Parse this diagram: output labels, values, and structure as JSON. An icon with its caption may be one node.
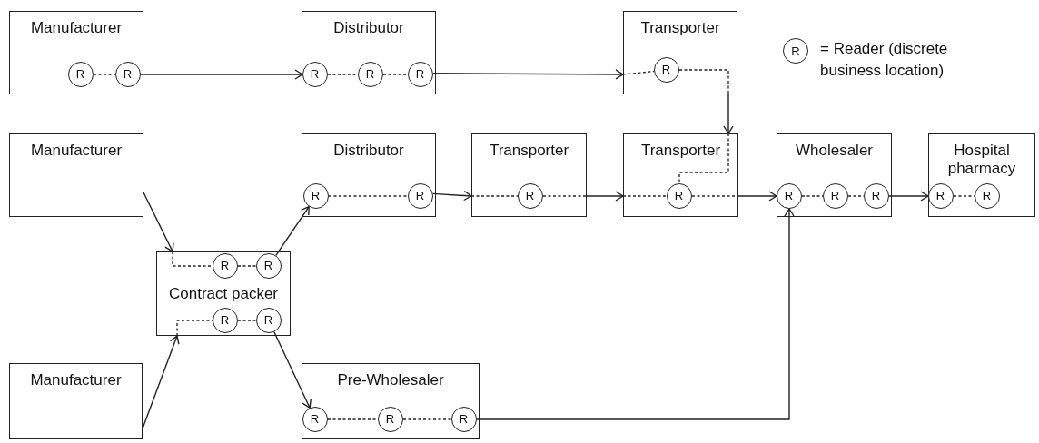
{
  "diagram": {
    "nodes": [
      {
        "text": [
          "Manufacturer"
        ]
      },
      {
        "text": [
          "R"
        ],
        "in": 0
      },
      {
        "text": [
          "R"
        ],
        "in": 0
      },
      {
        "text": [
          "Distributor"
        ]
      },
      {
        "text": [
          "R"
        ],
        "in": 3
      },
      {
        "text": [
          "R"
        ],
        "in": 3
      },
      {
        "text": [
          "R"
        ],
        "in": 3
      },
      {
        "text": [
          "Transporter"
        ]
      },
      {
        "text": [
          "R"
        ],
        "in": 7
      },
      {
        "text": [
          "Manufacturer"
        ]
      },
      {
        "text": [
          "Distributor"
        ]
      },
      {
        "text": [
          "R"
        ],
        "in": 10
      },
      {
        "text": [
          "R"
        ],
        "in": 10
      },
      {
        "text": [
          "Transporter"
        ]
      },
      {
        "text": [
          "R"
        ],
        "in": 13
      },
      {
        "text": [
          "Transporter"
        ]
      },
      {
        "text": [
          "R"
        ],
        "in": 15
      },
      {
        "text": [
          "Wholesaler"
        ]
      },
      {
        "text": [
          "R"
        ],
        "in": 17
      },
      {
        "text": [
          "R"
        ],
        "in": 17
      },
      {
        "text": [
          "R"
        ],
        "in": 17
      },
      {
        "text": [
          "Hospital pharmacy"
        ]
      },
      {
        "text": [
          "R"
        ],
        "in": 21
      },
      {
        "text": [
          "R"
        ],
        "in": 21
      },
      {
        "text": [
          "Contract packer"
        ]
      },
      {
        "text": [
          "R"
        ],
        "in": 24
      },
      {
        "text": [
          "R"
        ],
        "in": 24
      },
      {
        "text": [
          "R"
        ],
        "in": 24
      },
      {
        "text": [
          "R"
        ],
        "in": 24
      },
      {
        "text": [
          "Manufacturer"
        ]
      },
      {
        "text": [
          "Pre-Wholesaler"
        ]
      },
      {
        "text": [
          "R"
        ],
        "in": 30
      },
      {
        "text": [
          "R"
        ],
        "in": 30
      },
      {
        "text": [
          "R"
        ],
        "in": 30
      }
    ],
    "edges": [
      {
        "from": 1,
        "to": 2,
        "arrow": "none",
        "style": "dashed"
      },
      {
        "from": 2,
        "to": 4,
        "arrow": "to"
      },
      {
        "from": 4,
        "to": 5,
        "arrow": "none",
        "style": "dashed"
      },
      {
        "from": 5,
        "to": 6,
        "arrow": "none",
        "style": "dashed"
      },
      {
        "from": 6,
        "to": 7,
        "arrow": "to"
      },
      {
        "from": 7,
        "to": 8,
        "arrow": "none",
        "style": "dashed"
      },
      {
        "from": 8,
        "to": 7,
        "arrow": "none",
        "style": "dashed"
      },
      {
        "from": 7,
        "to": 15,
        "arrow": "to"
      },
      {
        "from": 15,
        "to": 16,
        "arrow": "none",
        "style": "dashed"
      },
      {
        "from": 9,
        "to": 24,
        "arrow": "to"
      },
      {
        "from": 24,
        "to": 25,
        "arrow": "none",
        "style": "dashed"
      },
      {
        "from": 25,
        "to": 26,
        "arrow": "none",
        "style": "dashed"
      },
      {
        "from": 26,
        "to": 11,
        "arrow": "to"
      },
      {
        "from": 29,
        "to": 24,
        "arrow": "to"
      },
      {
        "from": 24,
        "to": 27,
        "arrow": "none",
        "style": "dashed"
      },
      {
        "from": 27,
        "to": 28,
        "arrow": "none",
        "style": "dashed"
      },
      {
        "from": 28,
        "to": 31,
        "arrow": "to"
      },
      {
        "from": 31,
        "to": 32,
        "arrow": "none",
        "style": "dashed"
      },
      {
        "from": 32,
        "to": 33,
        "arrow": "none",
        "style": "dashed"
      },
      {
        "from": 33,
        "to": 18,
        "arrow": "to"
      },
      {
        "from": 11,
        "to": 12,
        "arrow": "none",
        "style": "dashed"
      },
      {
        "from": 12,
        "to": 13,
        "arrow": "to"
      },
      {
        "from": 13,
        "to": 14,
        "arrow": "none",
        "style": "dashed"
      },
      {
        "from": 14,
        "to": 13,
        "arrow": "none",
        "style": "dashed"
      },
      {
        "from": 13,
        "to": 15,
        "arrow": "to"
      },
      {
        "from": 15,
        "to": 16,
        "arrow": "none",
        "style": "dashed"
      },
      {
        "from": 16,
        "to": 15,
        "arrow": "none",
        "style": "dashed"
      },
      {
        "from": 15,
        "to": 18,
        "arrow": "to"
      },
      {
        "from": 18,
        "to": 19,
        "arrow": "none",
        "style": "dashed"
      },
      {
        "from": 19,
        "to": 20,
        "arrow": "none",
        "style": "dashed"
      },
      {
        "from": 20,
        "to": 22,
        "arrow": "to"
      },
      {
        "from": 22,
        "to": 23,
        "arrow": "none",
        "style": "dashed"
      }
    ],
    "labels": [
      "R"
    ],
    "legend": [
      {
        "text": "= Reader (discrete business location)"
      }
    ]
  }
}
